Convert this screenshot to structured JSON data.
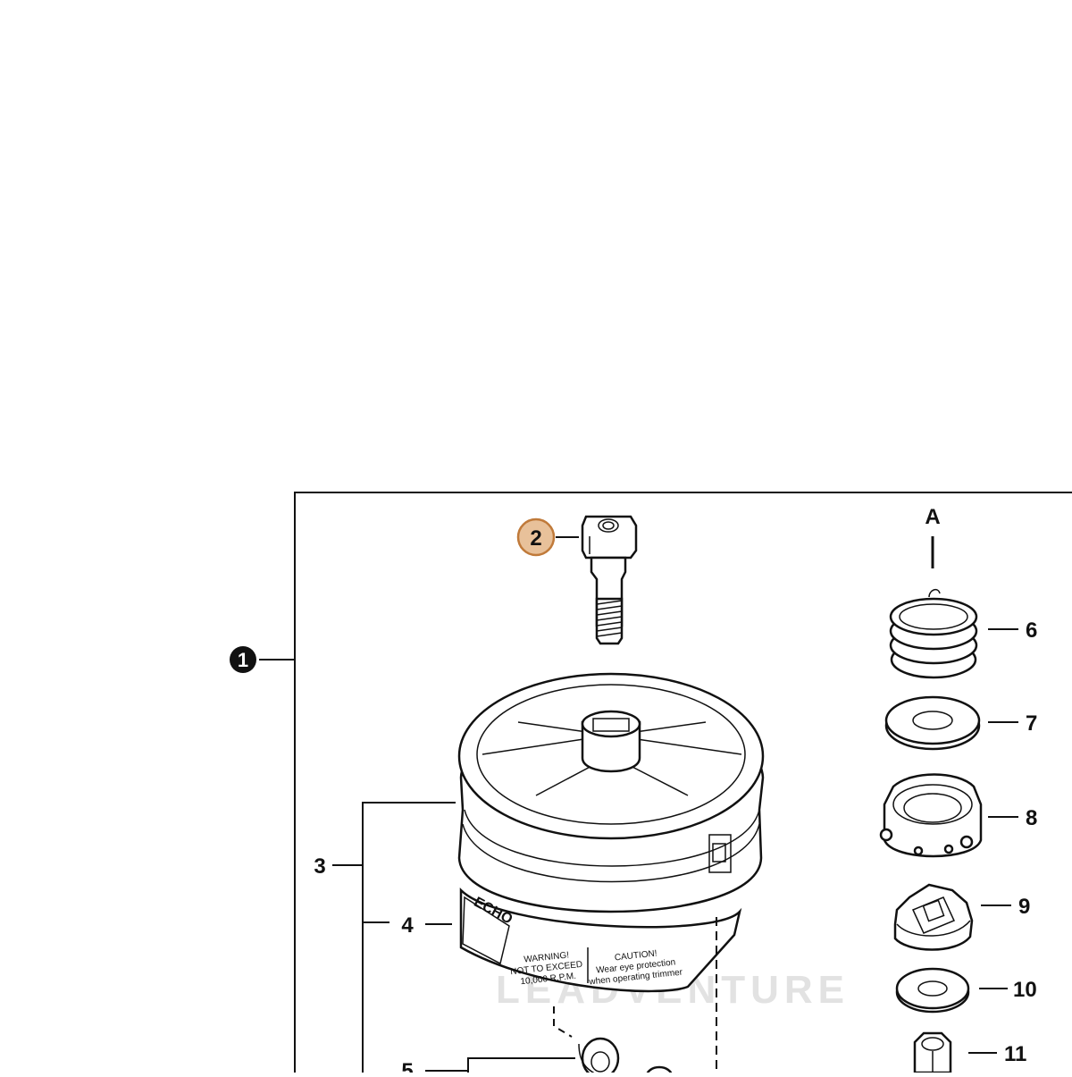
{
  "diagram": {
    "arrow_label": "A",
    "callouts": {
      "c1": "1",
      "c2": "2",
      "c3": "3",
      "c4": "4",
      "c5": "5",
      "c6": "6",
      "c7": "7",
      "c8": "8",
      "c9": "9",
      "c10": "10",
      "c11": "11"
    },
    "highlight_color": "#e8c19a",
    "highlight_border": "#c07a3a",
    "decal": {
      "brand": "ECHO",
      "warning_l1": "WARNING!",
      "warning_l2": "NOT TO EXCEED",
      "warning_l3": "10,000 R.P.M.",
      "caution_l1": "CAUTION!",
      "caution_l2": "Wear eye protection",
      "caution_l3": "when operating trimmer"
    },
    "watermark": "LEADVENTURE"
  }
}
